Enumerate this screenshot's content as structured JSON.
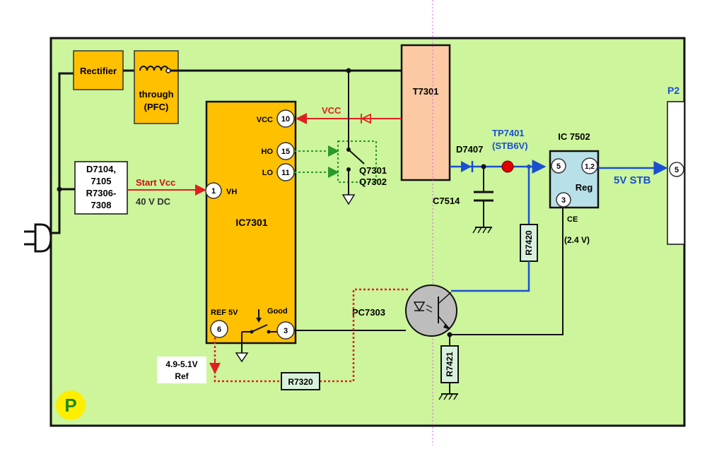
{
  "board": {
    "badge": "P",
    "connector": "P2"
  },
  "blocks": {
    "rectifier": "Rectifier",
    "pfc_line1": "through",
    "pfc_line2": "(PFC)",
    "transformer": "T7301",
    "ic_main": "IC7301",
    "ic_reg": "IC 7502",
    "reg_label": "Reg",
    "start_l1": "D7104,",
    "start_l2": "7105",
    "start_l3": "R7306-",
    "start_l4": "7308",
    "ref_l1": "4.9-5.1V",
    "ref_l2": "Ref",
    "r7320": "R7320",
    "r7420": "R7420",
    "r7421": "R7421"
  },
  "pins": {
    "vcc_num": "10",
    "vcc_label": "VCC",
    "ho_num": "15",
    "ho_label": "HO",
    "lo_num": "11",
    "lo_label": "LO",
    "vh_num": "1",
    "vh_label": "VH",
    "ref_num": "6",
    "ref_label": "REF 5V",
    "good_num": "3",
    "good_label": "Good",
    "reg_in": "5",
    "reg_out": "1,2",
    "reg_ce_num": "3",
    "reg_ce_label": "CE",
    "p2_pin": "5"
  },
  "labels": {
    "vcc_line": "VCC",
    "start_vcc": "Start Vcc",
    "dc_40v": "40 V DC",
    "q_top": "Q7301",
    "q_bot": "Q7302",
    "diode": "D7407",
    "tp_l1": "TP7401",
    "tp_l2": "(STB6V)",
    "cap": "C7514",
    "stb": "5V STB",
    "ce_volt": "(2.4 V)",
    "opto": "PC7303"
  },
  "colors": {
    "board": "#ccf59c",
    "ic": "#ffc000",
    "transformer": "#fbcaa4",
    "reg": "#b8e0e8",
    "resistor": "#d8f1dc",
    "red": "#e02020",
    "blue": "#1a4fd0",
    "green_dot": "#2a9a2a",
    "badge": "#ffee00"
  }
}
